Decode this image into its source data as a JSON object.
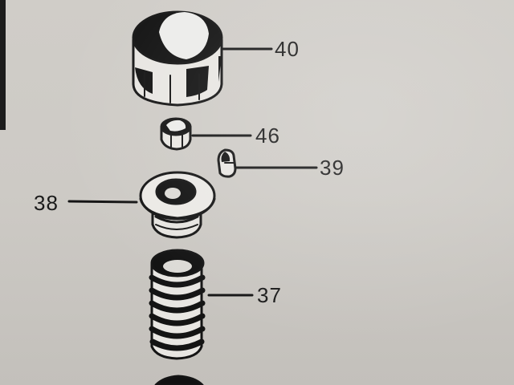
{
  "colors": {
    "paper": "#cdcac5",
    "ink": "#141414"
  },
  "parts": [
    {
      "id": "valve-cap",
      "number": "40",
      "icon": "valve-cap-icon"
    },
    {
      "id": "valve-pin",
      "number": "46",
      "icon": "valve-pin-icon"
    },
    {
      "id": "valve-clip",
      "number": "39",
      "icon": "valve-clip-icon"
    },
    {
      "id": "spring-seat",
      "number": "38",
      "icon": "spring-seat-icon"
    },
    {
      "id": "valve-spring",
      "number": "37",
      "icon": "valve-spring-icon"
    }
  ]
}
